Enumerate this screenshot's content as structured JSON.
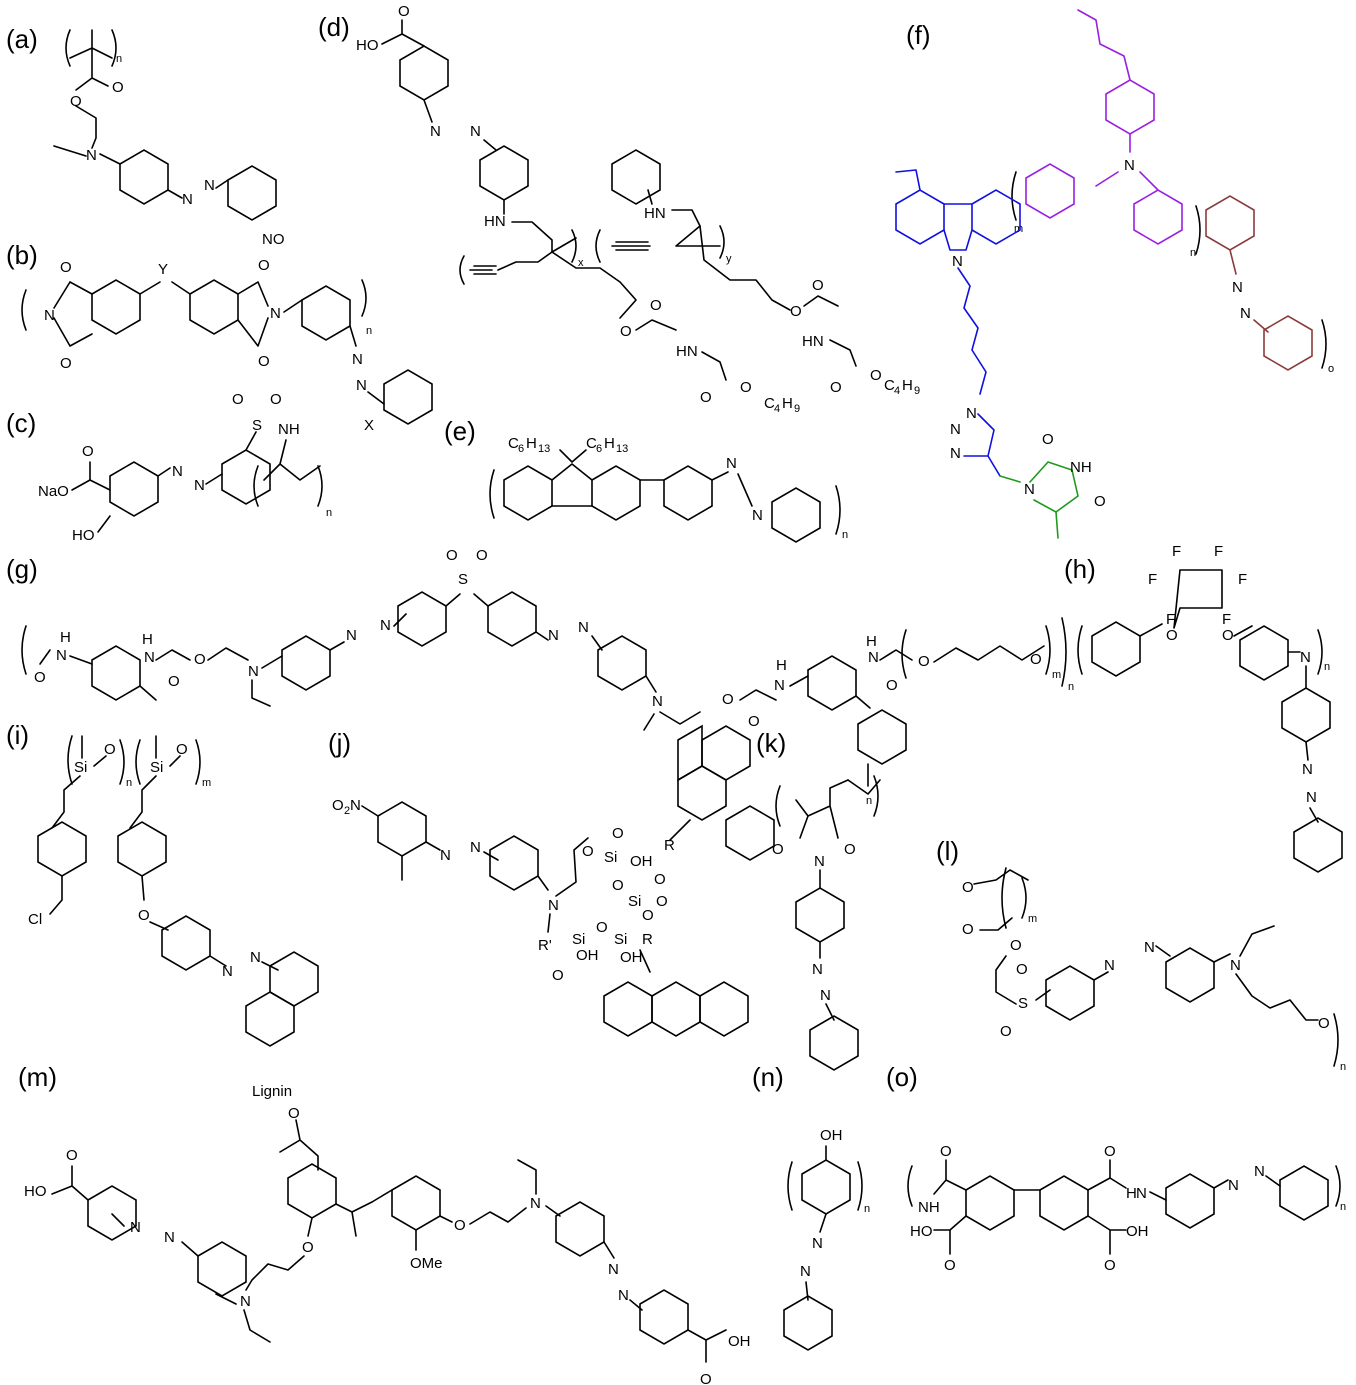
{
  "panels": {
    "a": {
      "label": "(a)"
    },
    "b": {
      "label": "(b)"
    },
    "c": {
      "label": "(c)"
    },
    "d": {
      "label": "(d)"
    },
    "e": {
      "label": "(e)"
    },
    "f": {
      "label": "(f)"
    },
    "g": {
      "label": "(g)"
    },
    "h": {
      "label": "(h)"
    },
    "i": {
      "label": "(i)"
    },
    "j": {
      "label": "(j)"
    },
    "k": {
      "label": "(k)"
    },
    "l": {
      "label": "(l)"
    },
    "m": {
      "label": "(m)"
    },
    "n": {
      "label": "(n)"
    },
    "o": {
      "label": "(o)"
    }
  },
  "atoms": {
    "O": "O",
    "N": "N",
    "S": "S",
    "F": "F",
    "X": "X",
    "Y": "Y",
    "R": "R",
    "Rp": "R'",
    "HO": "HO",
    "OH": "OH",
    "NH": "NH",
    "HN": "HN",
    "H": "H",
    "Si": "Si",
    "Cl": "Cl",
    "NaO": "NaO",
    "NO2": "NO",
    "O2N": "O",
    "C4H9": "C",
    "C6H13": "C",
    "OMe": "OMe",
    "Lignin": "Lignin"
  },
  "subscripts": {
    "n": "n",
    "m": "m",
    "x": "x",
    "y": "y",
    "o": "o",
    "two": "2",
    "four": "4",
    "nine": "9",
    "six": "6",
    "thirteen": "13"
  },
  "colors": {
    "carbazole": "#1010e0",
    "triphenylamine": "#9a1fe0",
    "azobenzene": "#8a3b3b",
    "thymine": "#1e9a1e"
  }
}
